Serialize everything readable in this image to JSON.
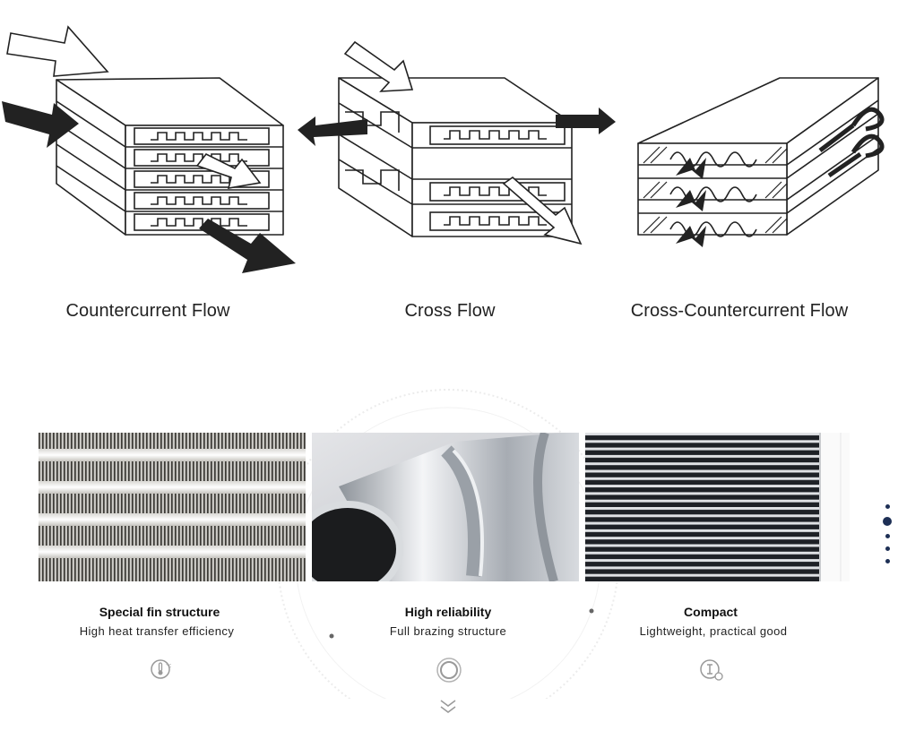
{
  "flows": [
    {
      "label": "Countercurrent Flow"
    },
    {
      "label": "Cross Flow"
    },
    {
      "label": "Cross-Countercurrent Flow"
    }
  ],
  "features": [
    {
      "title": "Special fin structure",
      "subtitle": "High heat transfer efficiency",
      "icon": "thermometer-icon"
    },
    {
      "title": "High reliability",
      "subtitle": "Full brazing structure",
      "icon": "ring-icon"
    },
    {
      "title": "Compact",
      "subtitle": "Lightweight, practical good",
      "icon": "lightweight-icon"
    }
  ],
  "carousel": {
    "dot_count": 5,
    "active_index": 1
  },
  "colors": {
    "dots": "#1d2f55",
    "icon": "#999999",
    "text": "#1a1a1a"
  }
}
